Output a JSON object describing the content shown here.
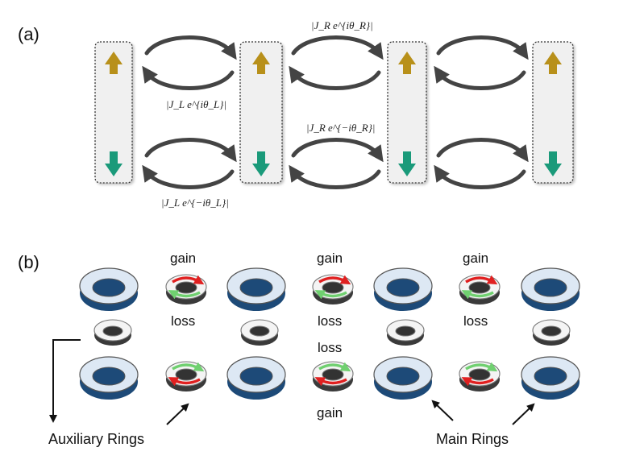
{
  "panel_a": {
    "label": "(a)",
    "couplings": {
      "top_left": "|J_L e^{iθ_L}|",
      "top_right": "|J_R e^{iθ_R}|",
      "bottom_left": "|J_L e^{−iθ_L}|",
      "bottom_right": "|J_R e^{−iθ_R}|"
    },
    "colors": {
      "up_arrow": "#b8901a",
      "down_arrow": "#1a9a7a",
      "site_fill": "#f0f0f0"
    }
  },
  "panel_b": {
    "label": "(b)",
    "gain": "gain",
    "loss": "loss",
    "auxiliary_rings": "Auxiliary Rings",
    "main_rings": "Main Rings",
    "colors": {
      "main_ring_top": "#dde8f4",
      "main_ring_side": "#1d4a78",
      "gain_arrow": "#e02020",
      "loss_arrow": "#70d070"
    }
  }
}
